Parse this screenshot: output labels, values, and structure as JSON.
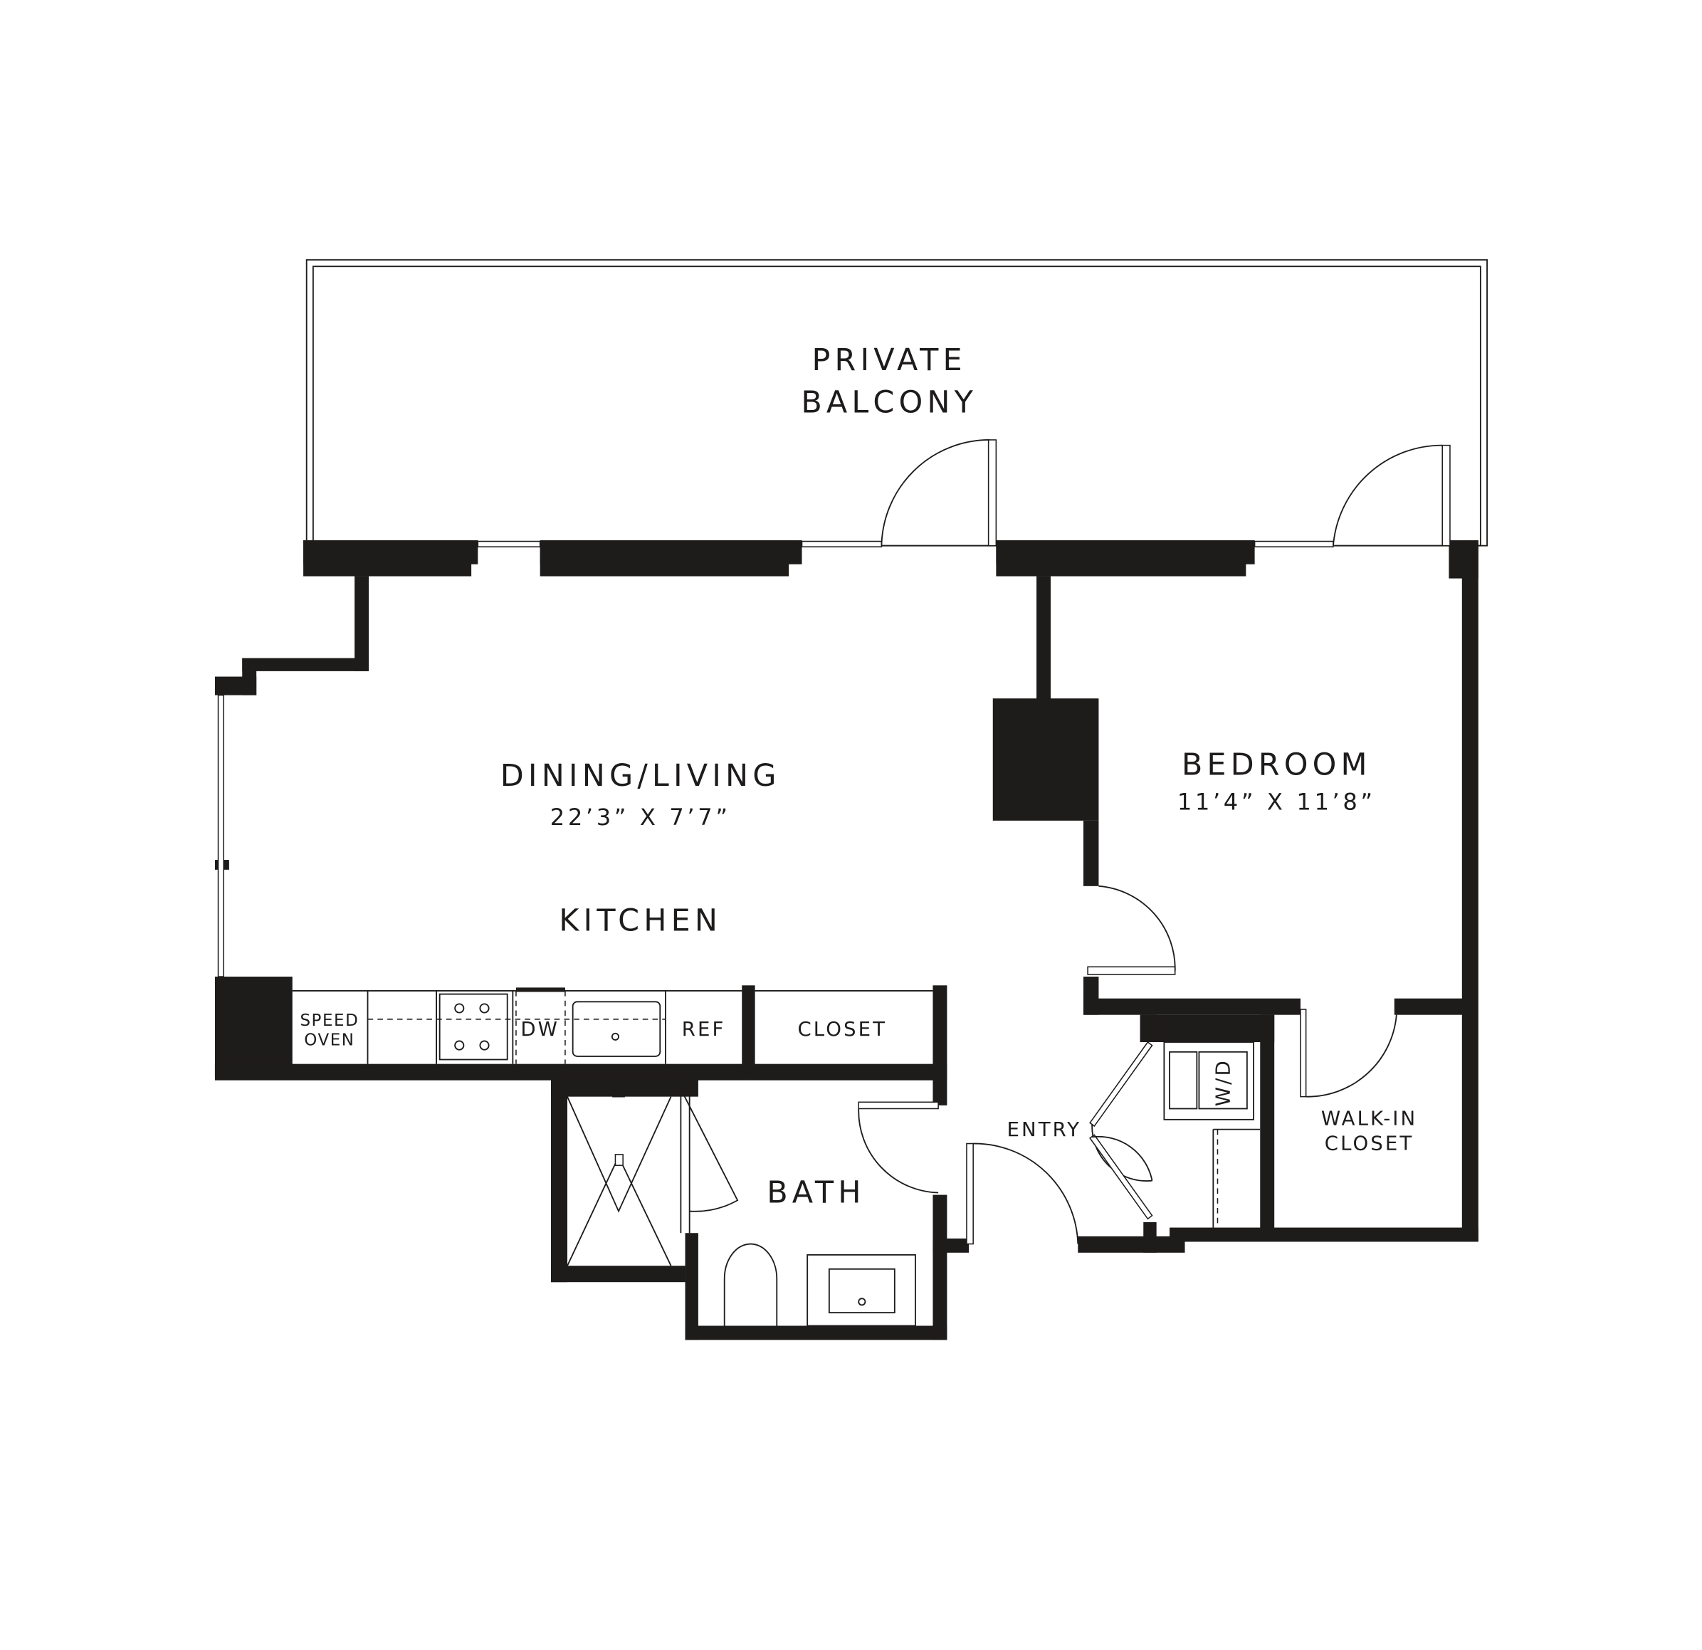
{
  "plan": {
    "rooms": {
      "balcony": {
        "line1": "PRIVATE",
        "line2": "BALCONY"
      },
      "living": {
        "name": "DINING/LIVING",
        "dimensions": "22’3” X 7’7”"
      },
      "kitchen": {
        "name": "KITCHEN"
      },
      "bedroom": {
        "name": "BEDROOM",
        "dimensions": "11’4” X 11’8”"
      },
      "bath": {
        "name": "BATH"
      },
      "entry": {
        "name": "ENTRY"
      },
      "walk_in": {
        "line1": "WALK-IN",
        "line2": "CLOSET"
      },
      "closet": {
        "name": "CLOSET"
      }
    },
    "appliances": {
      "speed_oven_line1": "SPEED",
      "speed_oven_line2": "OVEN",
      "dishwasher": "DW",
      "refrigerator": "REF",
      "washer_dryer": "W/D"
    }
  }
}
